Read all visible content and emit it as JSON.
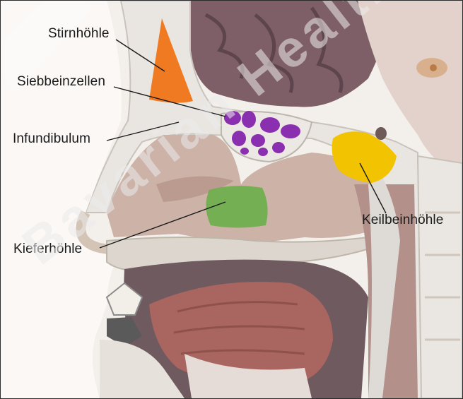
{
  "labels": {
    "stirnhoehle": "Stirnhöhle",
    "siebbeinzellen": "Siebbeinzellen",
    "infundibulum": "Infundibulum",
    "kieferhoehle": "Kieferhöhle",
    "keilbeinhoehle": "Keilbeinhöhle"
  },
  "colors": {
    "frontal_sinus": "#f07a22",
    "ethmoid_cells": "#8a2fb0",
    "maxillary_sinus": "#6cae4a",
    "sphenoid_sinus": "#f2c300",
    "bone": "#e6e3df",
    "soft_tissue": "#c9a899",
    "brain": "#7d6068",
    "tongue": "#a7635e",
    "leader_line": "#1a1a1a"
  },
  "watermark": "Bavarian Health"
}
